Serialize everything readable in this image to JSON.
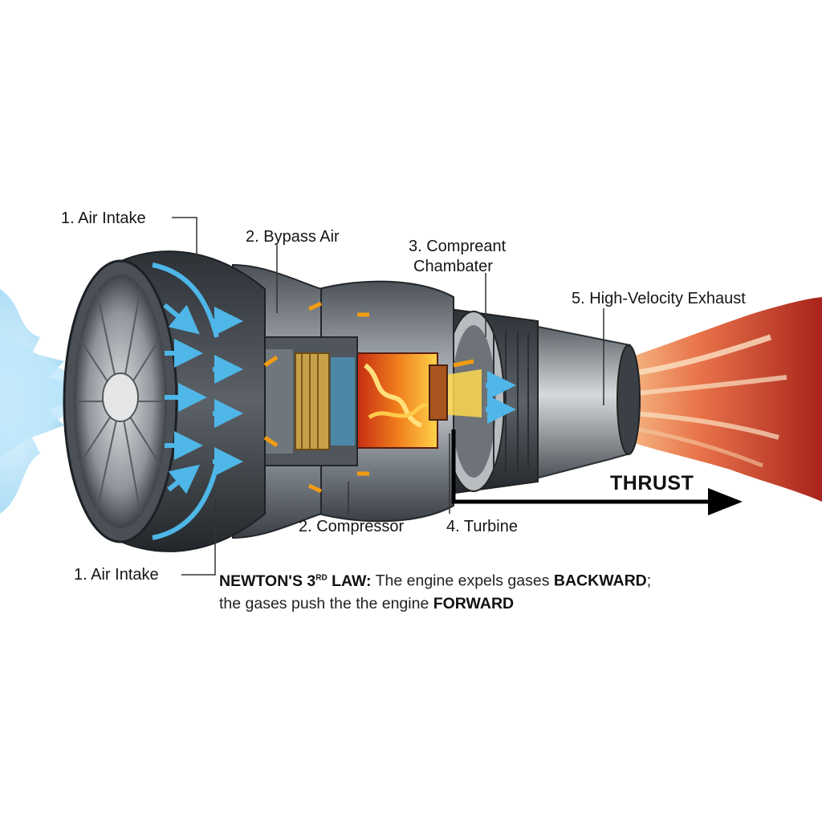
{
  "labels": {
    "air_intake_top": "1. Air Intake",
    "bypass_air": "2. Bypass Air",
    "combustion_chamber_line1": "3. Comprеant",
    "combustion_chamber_line2": "Chambater",
    "exhaust": "5. High-Velocity Exhaust",
    "thrust": "THRUST",
    "compressor": "2. Compressor",
    "turbine": "4. Turbine",
    "air_intake_bottom": "1. Air Intake"
  },
  "newton_note": {
    "title_prefix": "NEWTON'S 3",
    "title_sup": "RD",
    "title_suffix": " LAW:",
    "text_part1": " The engine expels gases ",
    "emphasis_backward": "BACKWARD",
    "text_part2": ";",
    "line2_text": "the gases push the the engine ",
    "emphasis_forward": "FORWARD"
  },
  "colors": {
    "intake_air": "#5bc0eb",
    "flame": "#f39c12",
    "exhaust_red": "#c0392b",
    "casing_dark": "#3a3f44",
    "casing_light": "#b8bcc0"
  }
}
